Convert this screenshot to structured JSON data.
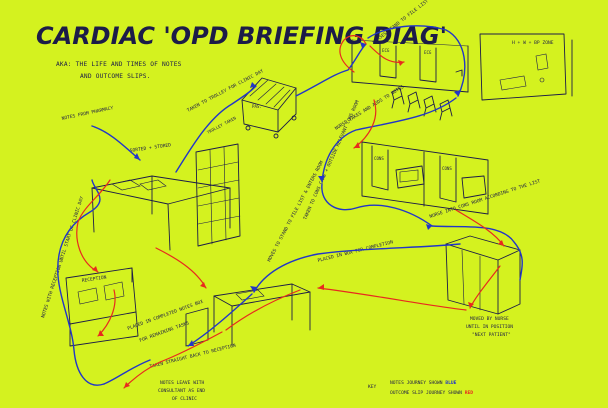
{
  "title": "CARDIAC 'OPD BRIEFING DIAG'",
  "subtitle_line1": "AKA: THE LIFE AND TIMES OF NOTES",
  "subtitle_line2": "AND OUTCOME SLIPS.",
  "labels": {
    "notes_from_pharmacy": "NOTES FROM PHARMACY",
    "sorted_stored": "SORTED + STORED",
    "taken_to_trolley": "TAKEN TO TROLLEY FOR CLINIC DAY",
    "trolley_taken": "TROLLEY TAKEN",
    "nurses_stand": "NURSES STAND TO FILE LIST + OUTCOME SLIPS",
    "hwb_zone": "H + W + BP ZONE",
    "ecg": "ECG",
    "nurse_takes": "NURSE TAKES AND ADDS TO NOTES",
    "taken_to_cons": "TAKEN TO CONS CARE + OUTSIDE RELEVANT CONS ROOM",
    "cons": "CONS",
    "cons2": "CONS",
    "nurse_into_cons": "NURSE INTO CONS ROOM ACCORDING TO THE LIST",
    "moves_to_stand": "MOVES TO STAND TO FILE LIST & ENTERS ROOM",
    "placed_in_box": "PLACED IN BOX FOR COMPLETION",
    "moved_by_nurse": "MOVED BY NURSE",
    "until_in_position": "UNTIL IN POSITION",
    "next_patient": "\"NEXT PATIENT\"",
    "reception": "RECEPTION",
    "notes_with_reception": "NOTES WITH RECEPTION UNTIL START OF CLINIC DAY",
    "placed_outcome_box": "PLACED IN COMPLETED NOTES BOX",
    "for_remaining": "FOR REMAINING TASKS",
    "notes_leave": "NOTES LEAVE WITH",
    "consultant": "CONSULTANT AS END",
    "of_clinic": "OF CLINIC",
    "taken_straight": "TAKEN STRAIGHT BACK TO RECEPTION"
  },
  "key": {
    "label": "KEY",
    "line1_prefix": "NOTES JOURNEY SHOWN",
    "line1_color_word": "BLUE",
    "line2_prefix": "OUTCOME SLIP JOURNEY SHOWN",
    "line2_color_word": "RED"
  },
  "colors": {
    "background": "#d4f21f",
    "ink": "#1c1c48",
    "notes_journey": "#2236c8",
    "outcome_slip_journey": "#e82a1e"
  }
}
